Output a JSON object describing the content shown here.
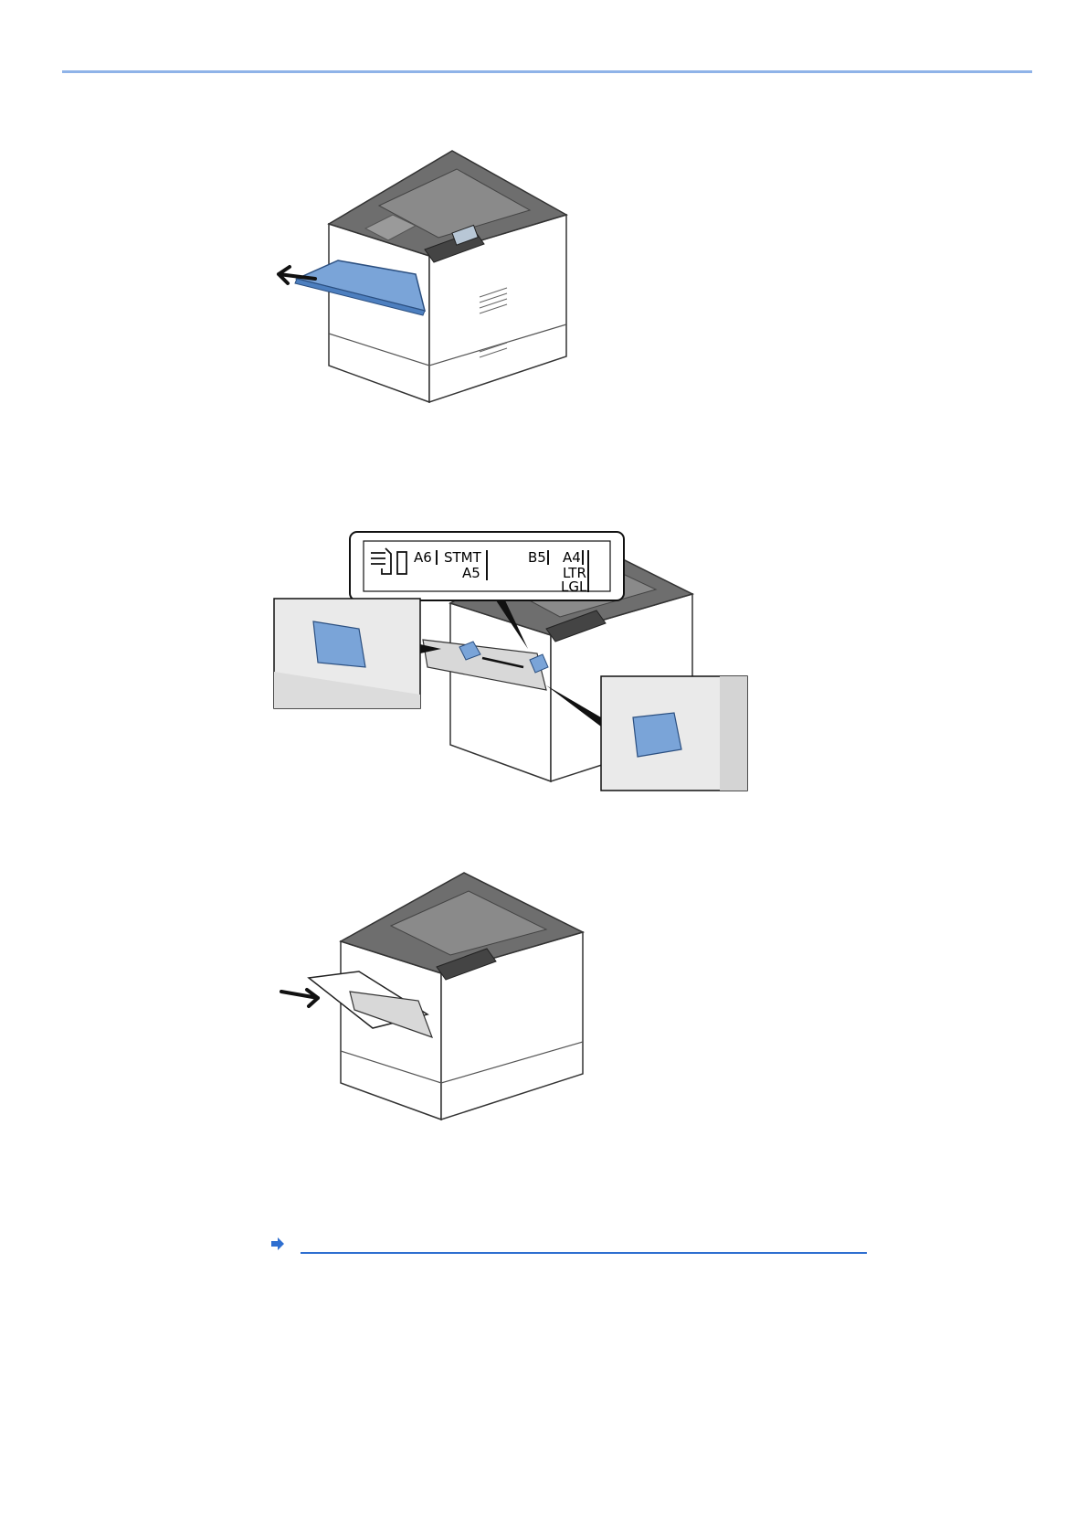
{
  "header": {
    "rule_color": "#8fb3e8"
  },
  "figures": {
    "fig1": {
      "icon": "printer-open-mp-tray"
    },
    "fig2": {
      "icon": "printer-paper-guides",
      "guide_labels": {
        "a6": "A6",
        "stmt": "STMT",
        "a5": "A5",
        "b5": "B5",
        "a4": "A4",
        "ltr": "LTR",
        "lgl": "LGL"
      }
    },
    "fig3": {
      "icon": "printer-insert-paper"
    }
  },
  "reference": {
    "link_text": "",
    "link_color": "#2f6fd0",
    "icon": "arrow-right-icon"
  }
}
